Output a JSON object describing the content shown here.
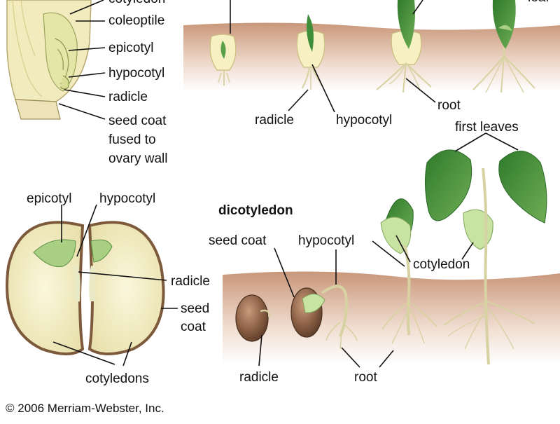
{
  "monocot": {
    "seed_labels": {
      "cotyledon": "cotyledon",
      "coleoptile": "coleoptile",
      "epicotyl": "epicotyl",
      "hypocotyl": "hypocotyl",
      "radicle": "radicle",
      "seed_coat_1": "seed coat",
      "seed_coat_2": "fused to",
      "seed_coat_3": "ovary wall"
    },
    "stage_labels": {
      "radicle": "radicle",
      "hypocotyl": "hypocotyl",
      "root": "root",
      "leaf": "leaf"
    }
  },
  "dicot": {
    "title": "dicotyledon",
    "seed_labels": {
      "epicotyl": "epicotyl",
      "hypocotyl": "hypocotyl",
      "radicle": "radicle",
      "seed_coat_1": "seed",
      "seed_coat_2": "coat",
      "cotyledons": "cotyledons"
    },
    "stage_labels": {
      "seed_coat": "seed coat",
      "hypocotyl": "hypocotyl",
      "first_leaves": "first leaves",
      "cotyledon": "cotyledon",
      "radicle": "radicle",
      "root": "root"
    }
  },
  "copyright": "© 2006 Merriam-Webster, Inc.",
  "colors": {
    "soil": "#cc9f80",
    "seed_fill": "#f4efc4",
    "seed_coat": "#7d5a3c",
    "leaf_dark": "#3f8f3a",
    "leaf_light": "#a9cf82",
    "stem": "#d8e6b0"
  }
}
